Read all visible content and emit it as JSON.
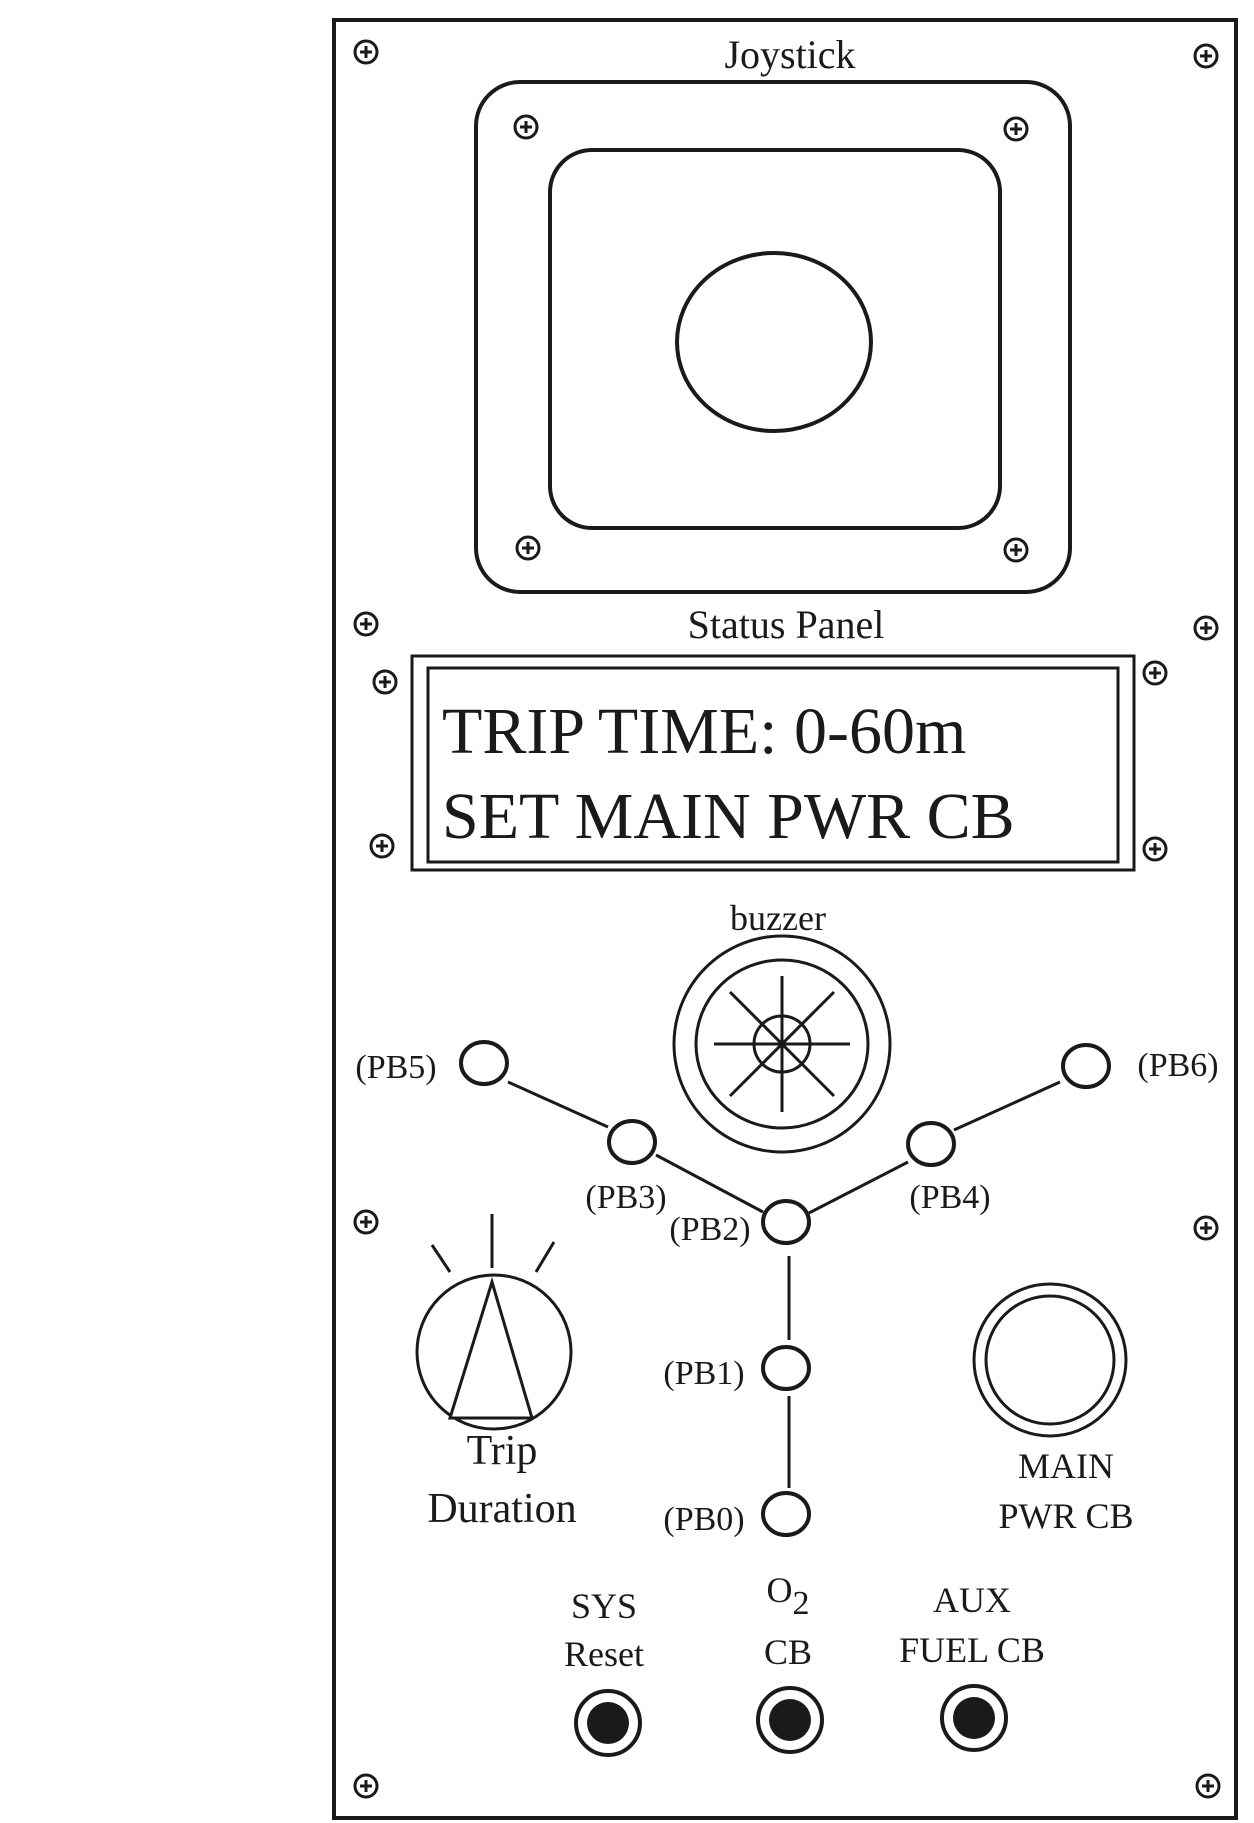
{
  "joystick": {
    "label": "Joystick"
  },
  "status_panel": {
    "label": "Status Panel",
    "line1": "TRIP TIME: 0-60m",
    "line2": "SET MAIN PWR CB"
  },
  "buzzer": {
    "label": "buzzer"
  },
  "push_buttons": {
    "pb0": "(PB0)",
    "pb1": "(PB1)",
    "pb2": "(PB2)",
    "pb3": "(PB3)",
    "pb4": "(PB4)",
    "pb5": "(PB5)",
    "pb6": "(PB6)"
  },
  "trip_duration": {
    "line1": "Trip",
    "line2": "Duration"
  },
  "main_pwr_cb": {
    "line1": "MAIN",
    "line2": "PWR CB"
  },
  "sys_reset": {
    "line1": "SYS",
    "line2": "Reset"
  },
  "o2_cb": {
    "o": "O",
    "sub": "2",
    "line2": "CB"
  },
  "aux_fuel_cb": {
    "line1": "AUX",
    "line2": "FUEL CB"
  },
  "icons": {
    "screw": "screw-icon",
    "knob": "knob-icon",
    "jack": "jack-icon",
    "buzzer": "buzzer-grille-icon"
  },
  "colors": {
    "ink": "#1a1a1a",
    "background": "#ffffff"
  }
}
